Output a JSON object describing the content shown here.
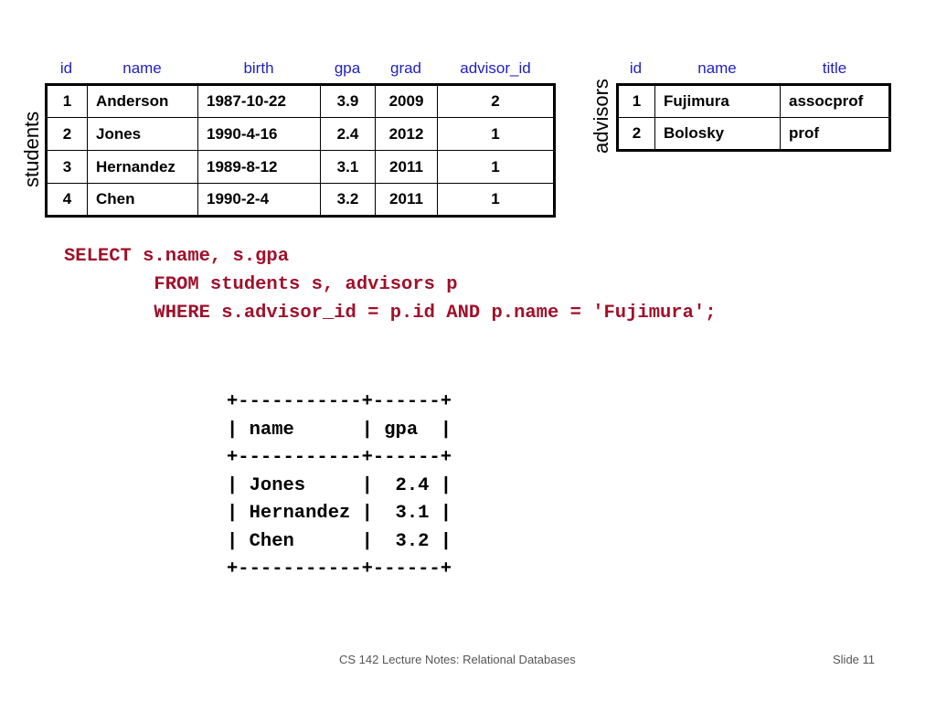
{
  "students": {
    "label": "students",
    "columns": [
      "id",
      "name",
      "birth",
      "gpa",
      "grad",
      "advisor_id"
    ],
    "rows": [
      [
        "1",
        "Anderson",
        "1987-10-22",
        "3.9",
        "2009",
        "2"
      ],
      [
        "2",
        "Jones",
        "1990-4-16",
        "2.4",
        "2012",
        "1"
      ],
      [
        "3",
        "Hernandez",
        "1989-8-12",
        "3.1",
        "2011",
        "1"
      ],
      [
        "4",
        "Chen",
        "1990-2-4",
        "3.2",
        "2011",
        "1"
      ]
    ]
  },
  "advisors": {
    "label": "advisors",
    "columns": [
      "id",
      "name",
      "title"
    ],
    "rows": [
      [
        "1",
        "Fujimura",
        "assocprof"
      ],
      [
        "2",
        "Bolosky",
        "prof"
      ]
    ]
  },
  "query": {
    "line1": "SELECT s.name, s.gpa",
    "line2": "        FROM students s, advisors p",
    "line3": "        WHERE s.advisor_id = p.id AND p.name = 'Fujimura';"
  },
  "result": {
    "border": "+-----------+------+",
    "header": "| name      | gpa  |",
    "rows": [
      "| Jones     |  2.4 |",
      "| Hernandez |  3.1 |",
      "| Chen      |  3.2 |"
    ]
  },
  "footer": {
    "course": "CS 142 Lecture Notes: Relational Databases",
    "slide": "Slide 11"
  },
  "colors": {
    "header_text": "#1f1fc0",
    "sql_text": "#a0102a"
  }
}
